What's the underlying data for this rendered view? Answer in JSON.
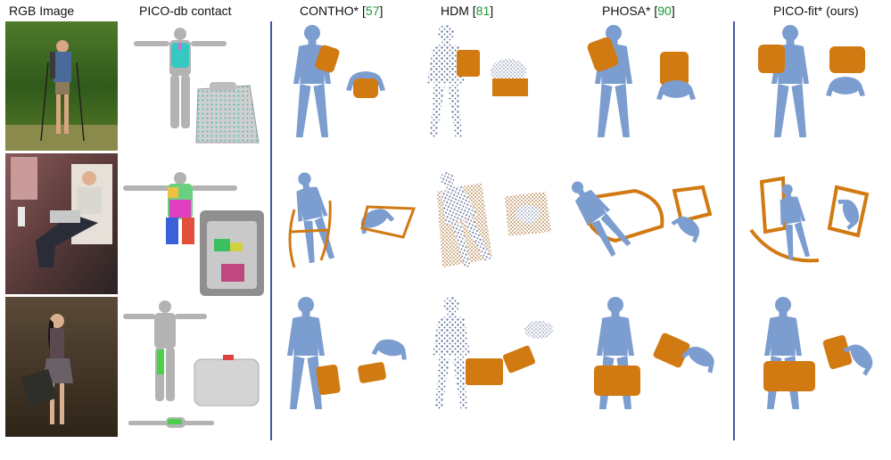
{
  "columns": {
    "rgb": "RGB Image",
    "pico_db": "PICO-db contact",
    "contho": {
      "name": "CONTHO*",
      "ref": "57"
    },
    "hdm": {
      "name": "HDM",
      "ref": "81"
    },
    "phosa": {
      "name": "PHOSA*",
      "ref": "90"
    },
    "pico_fit": "PICO-fit* (ours)"
  },
  "rows": [
    {
      "scene": "hiker with backpack",
      "object": "backpack"
    },
    {
      "scene": "woman in rocking chair",
      "object": "chair"
    },
    {
      "scene": "woman holding suitcase",
      "object": "suitcase"
    }
  ],
  "caption": "",
  "colors": {
    "body": "#7b9dcf",
    "object": "#d17a12",
    "divider": "#3e5a9c",
    "ref": "#1a9a3a"
  }
}
